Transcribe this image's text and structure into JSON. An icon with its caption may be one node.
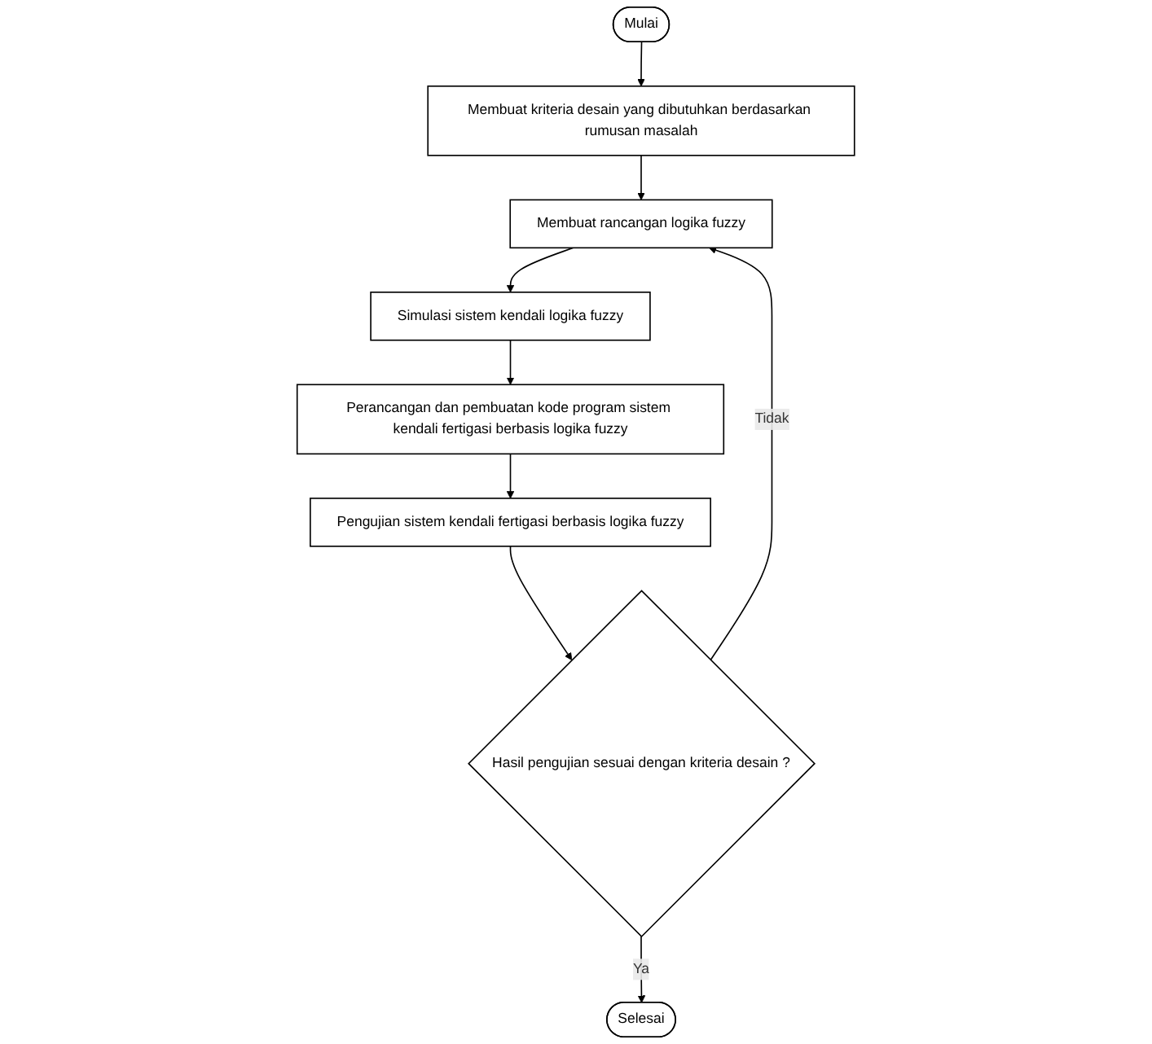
{
  "diagram": {
    "nodes": [
      {
        "text": [
          "Mulai"
        ]
      },
      {
        "text": [
          "Membuat kriteria desain yang dibutuhkan berdasarkan rumusan masalah"
        ]
      },
      {
        "text": [
          "Membuat rancangan logika fuzzy"
        ]
      },
      {
        "text": [
          "Simulasi sistem kendali logika fuzzy"
        ]
      },
      {
        "text": [
          "Perancangan dan pembuatan kode program sistem kendali fertigasi berbasis logika fuzzy"
        ]
      },
      {
        "text": [
          "Pengujian sistem kendali fertigasi berbasis logika fuzzy"
        ]
      },
      {
        "text": [
          "Hasil pengujian sesuai dengan kriteria desain ?"
        ]
      },
      {
        "text": [
          "Selesai"
        ]
      }
    ],
    "edges": [
      {
        "from": 0,
        "to": 1,
        "arrow": "to"
      },
      {
        "from": 1,
        "to": 2,
        "arrow": "to"
      },
      {
        "from": 2,
        "to": 3,
        "arrow": "to"
      },
      {
        "from": 3,
        "to": 4,
        "arrow": "to"
      },
      {
        "from": 4,
        "to": 5,
        "arrow": "to"
      },
      {
        "from": 5,
        "to": 6,
        "arrow": "to"
      },
      {
        "from": 6,
        "to": 2,
        "arrow": "to",
        "label": "Tidak"
      },
      {
        "from": 6,
        "to": 7,
        "arrow": "to",
        "label": "Ya"
      }
    ]
  }
}
